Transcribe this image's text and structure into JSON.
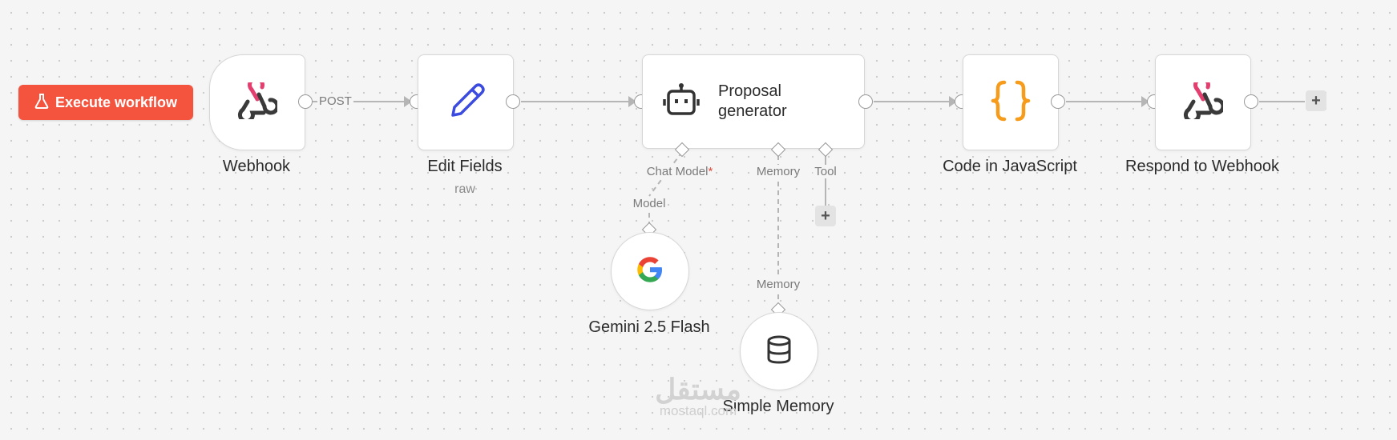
{
  "toolbar": {
    "execute_label": "Execute workflow"
  },
  "nodes": {
    "webhook": {
      "label": "Webhook"
    },
    "edit_fields": {
      "label": "Edit Fields",
      "subtitle": "raw"
    },
    "proposal": {
      "title": "Proposal generator"
    },
    "code": {
      "label": "Code in JavaScript"
    },
    "respond": {
      "label": "Respond to Webhook"
    },
    "gemini": {
      "label": "Gemini 2.5 Flash"
    },
    "memory": {
      "label": "Simple Memory"
    }
  },
  "connections": {
    "post_label": "POST",
    "chat_model_label": "Chat Model",
    "required_mark": "*",
    "memory_label": "Memory",
    "tool_label": "Tool",
    "model_label": "Model",
    "memory_input_label": "Memory",
    "add_symbol": "+"
  },
  "colors": {
    "execute_button": "#f4533d",
    "webhook_pink": "#e43e6f",
    "edit_blue": "#3b4be0",
    "code_orange": "#f79b1a",
    "canvas": "#f5f5f5"
  },
  "icons": {
    "execute": "flask-icon",
    "webhook": "webhook-icon",
    "edit_fields": "pencil-icon",
    "proposal": "robot-icon",
    "code": "braces-icon",
    "respond": "webhook-icon",
    "gemini": "google-icon",
    "memory": "database-icon"
  },
  "watermark": {
    "arabic": "مستقل",
    "latin": "mostaql.com"
  }
}
